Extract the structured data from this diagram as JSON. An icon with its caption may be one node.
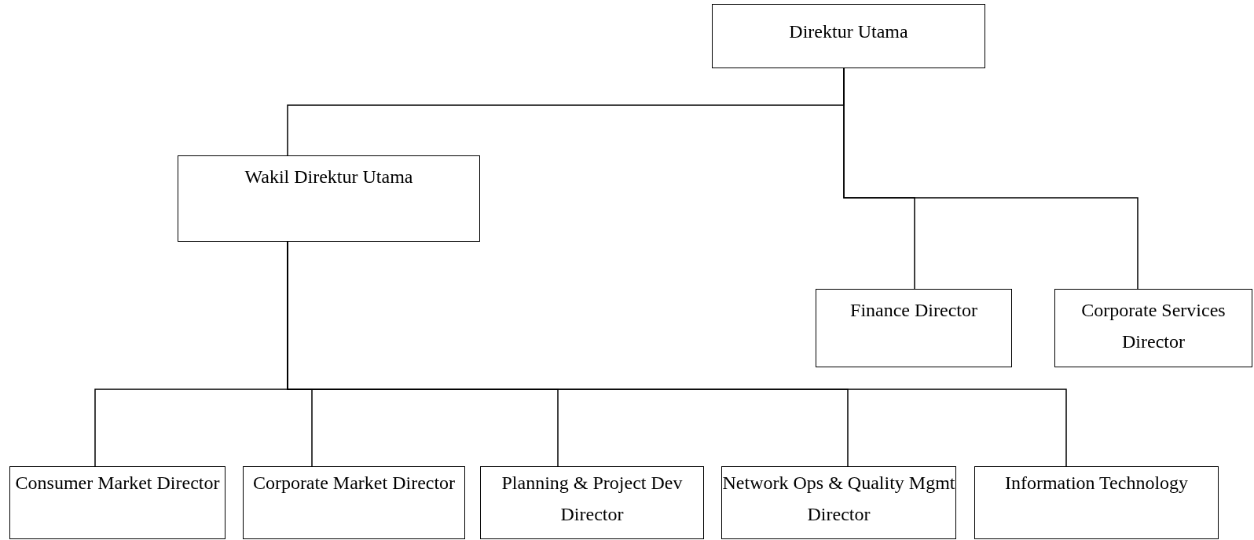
{
  "diagram": {
    "nodes": [
      {
        "text": [
          "Direktur Utama"
        ]
      },
      {
        "text": [
          "Wakil Direktur Utama"
        ]
      },
      {
        "text": [
          "Finance Director"
        ]
      },
      {
        "text": [
          "Corporate Services Director"
        ]
      },
      {
        "text": [
          "Consumer Market Director"
        ]
      },
      {
        "text": [
          "Corporate Market Director"
        ]
      },
      {
        "text": [
          "Planning & Project Dev Director"
        ]
      },
      {
        "text": [
          "Network Ops & Quality Mgmt Director"
        ]
      },
      {
        "text": [
          "Information Technology"
        ]
      }
    ],
    "edges": [
      {
        "from": 0,
        "to": 1,
        "arrow": "none"
      },
      {
        "from": 0,
        "to": 2,
        "arrow": "none"
      },
      {
        "from": 0,
        "to": 3,
        "arrow": "none"
      },
      {
        "from": 1,
        "to": 4,
        "arrow": "none"
      },
      {
        "from": 1,
        "to": 5,
        "arrow": "none"
      },
      {
        "from": 1,
        "to": 6,
        "arrow": "none"
      },
      {
        "from": 1,
        "to": 7,
        "arrow": "none"
      },
      {
        "from": 1,
        "to": 8,
        "arrow": "none"
      }
    ]
  }
}
